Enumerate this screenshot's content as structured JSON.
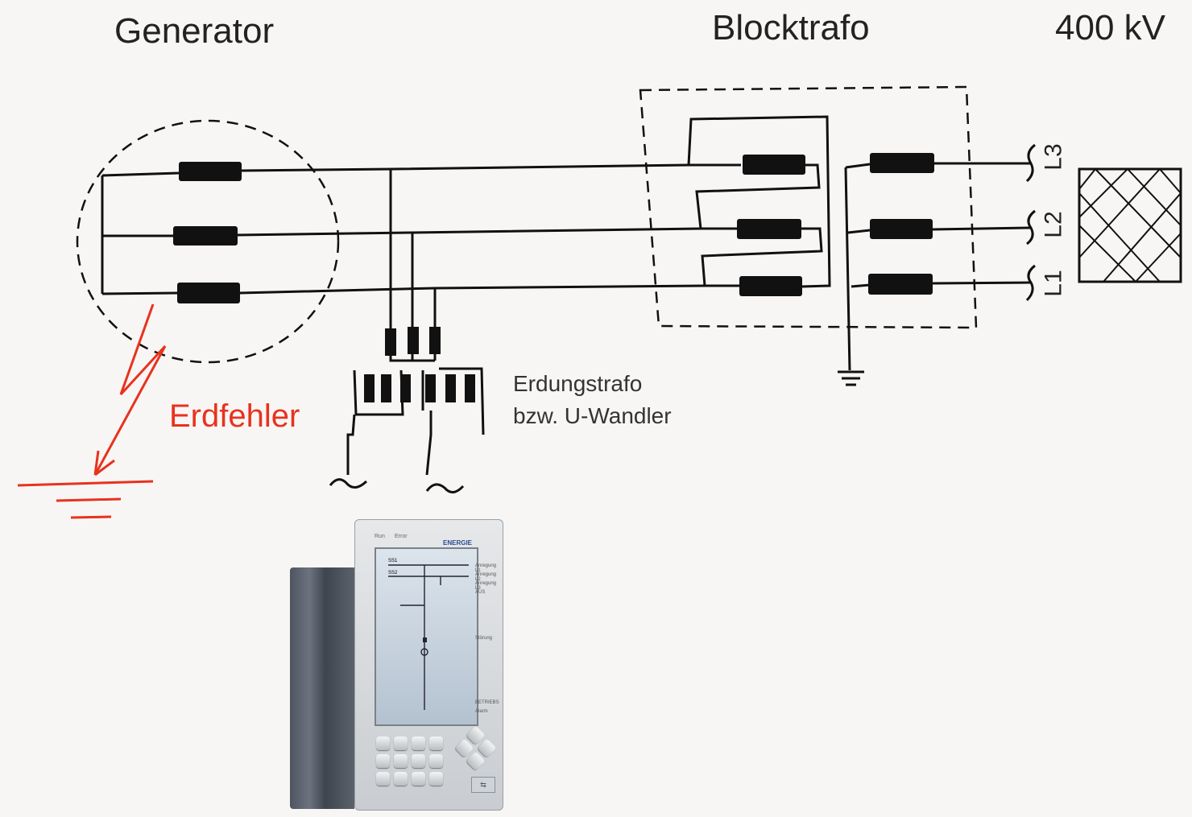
{
  "diagram": {
    "generator_label": "Generator",
    "block_transformer_label": "Blocktrafo",
    "grid_voltage_label": "400 kV",
    "fault_label": "Erdfehler",
    "earthing_transformer_label_line1": "Erdungstrafo",
    "earthing_transformer_label_line2": "bzw. U-Wandler",
    "phase_labels": [
      "L3",
      "L2",
      "L1"
    ]
  },
  "relay": {
    "brand": "ENERGIE",
    "status_leds": [
      "Run",
      "Error"
    ],
    "busbar_labels": [
      "SS1",
      "SS2"
    ],
    "led_labels": [
      "Anregung L1",
      "Anregung L2",
      "Anregung L3",
      "AUS",
      "Störung",
      "BETRIEBS",
      "Alarm"
    ],
    "usb_icon": "usb-icon"
  },
  "colors": {
    "line": "#111111",
    "fault": "#e8321e",
    "relay_body": "#5b626c",
    "relay_front": "#d8dbde"
  }
}
